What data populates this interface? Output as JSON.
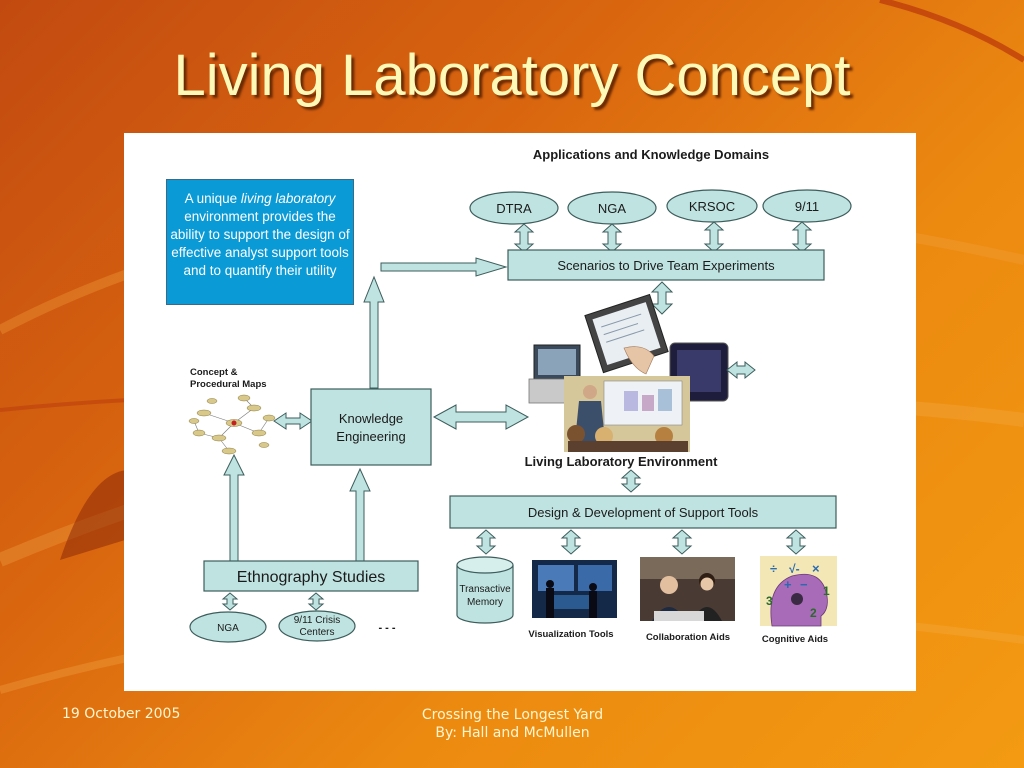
{
  "slide": {
    "title": "Living Laboratory Concept",
    "footer_date": "19 October 2005",
    "footer_line1": "Crossing the Longest Yard",
    "footer_line2": "By: Hall and McMullen"
  },
  "diagram": {
    "domains_heading": "Applications and Knowledge Domains",
    "domains": [
      "DTRA",
      "NGA",
      "KRSOC",
      "9/11"
    ],
    "scenarios": "Scenarios to Drive Team Experiments",
    "info_prefix": "A unique ",
    "info_italic": "living laboratory",
    "info_suffix": " environment provides the ability to support the design of effective analyst support tools and to quantify their utility",
    "concept_maps_line1": "Concept &",
    "concept_maps_line2": "Procedural Maps",
    "knowledge_line1": "Knowledge",
    "knowledge_line2": "Engineering",
    "living_lab_label": "Living Laboratory Environment",
    "design_dev": "Design & Development of Support Tools",
    "ethnography": "Ethnography Studies",
    "ethno_nga": "NGA",
    "ethno_911_line1": "9/11 Crisis",
    "ethno_911_line2": "Centers",
    "ellipsis": "- - -",
    "transactive_line1": "Transactive",
    "transactive_line2": "Memory",
    "visualization_tools": "Visualization Tools",
    "collaboration_aids": "Collaboration Aids",
    "cognitive_aids": "Cognitive Aids"
  },
  "colors": {
    "box_fill": "#bfe3e1",
    "box_stroke": "#3d5d5c",
    "info_fill": "#0a9ad6",
    "title_color": "#fff9b8"
  }
}
